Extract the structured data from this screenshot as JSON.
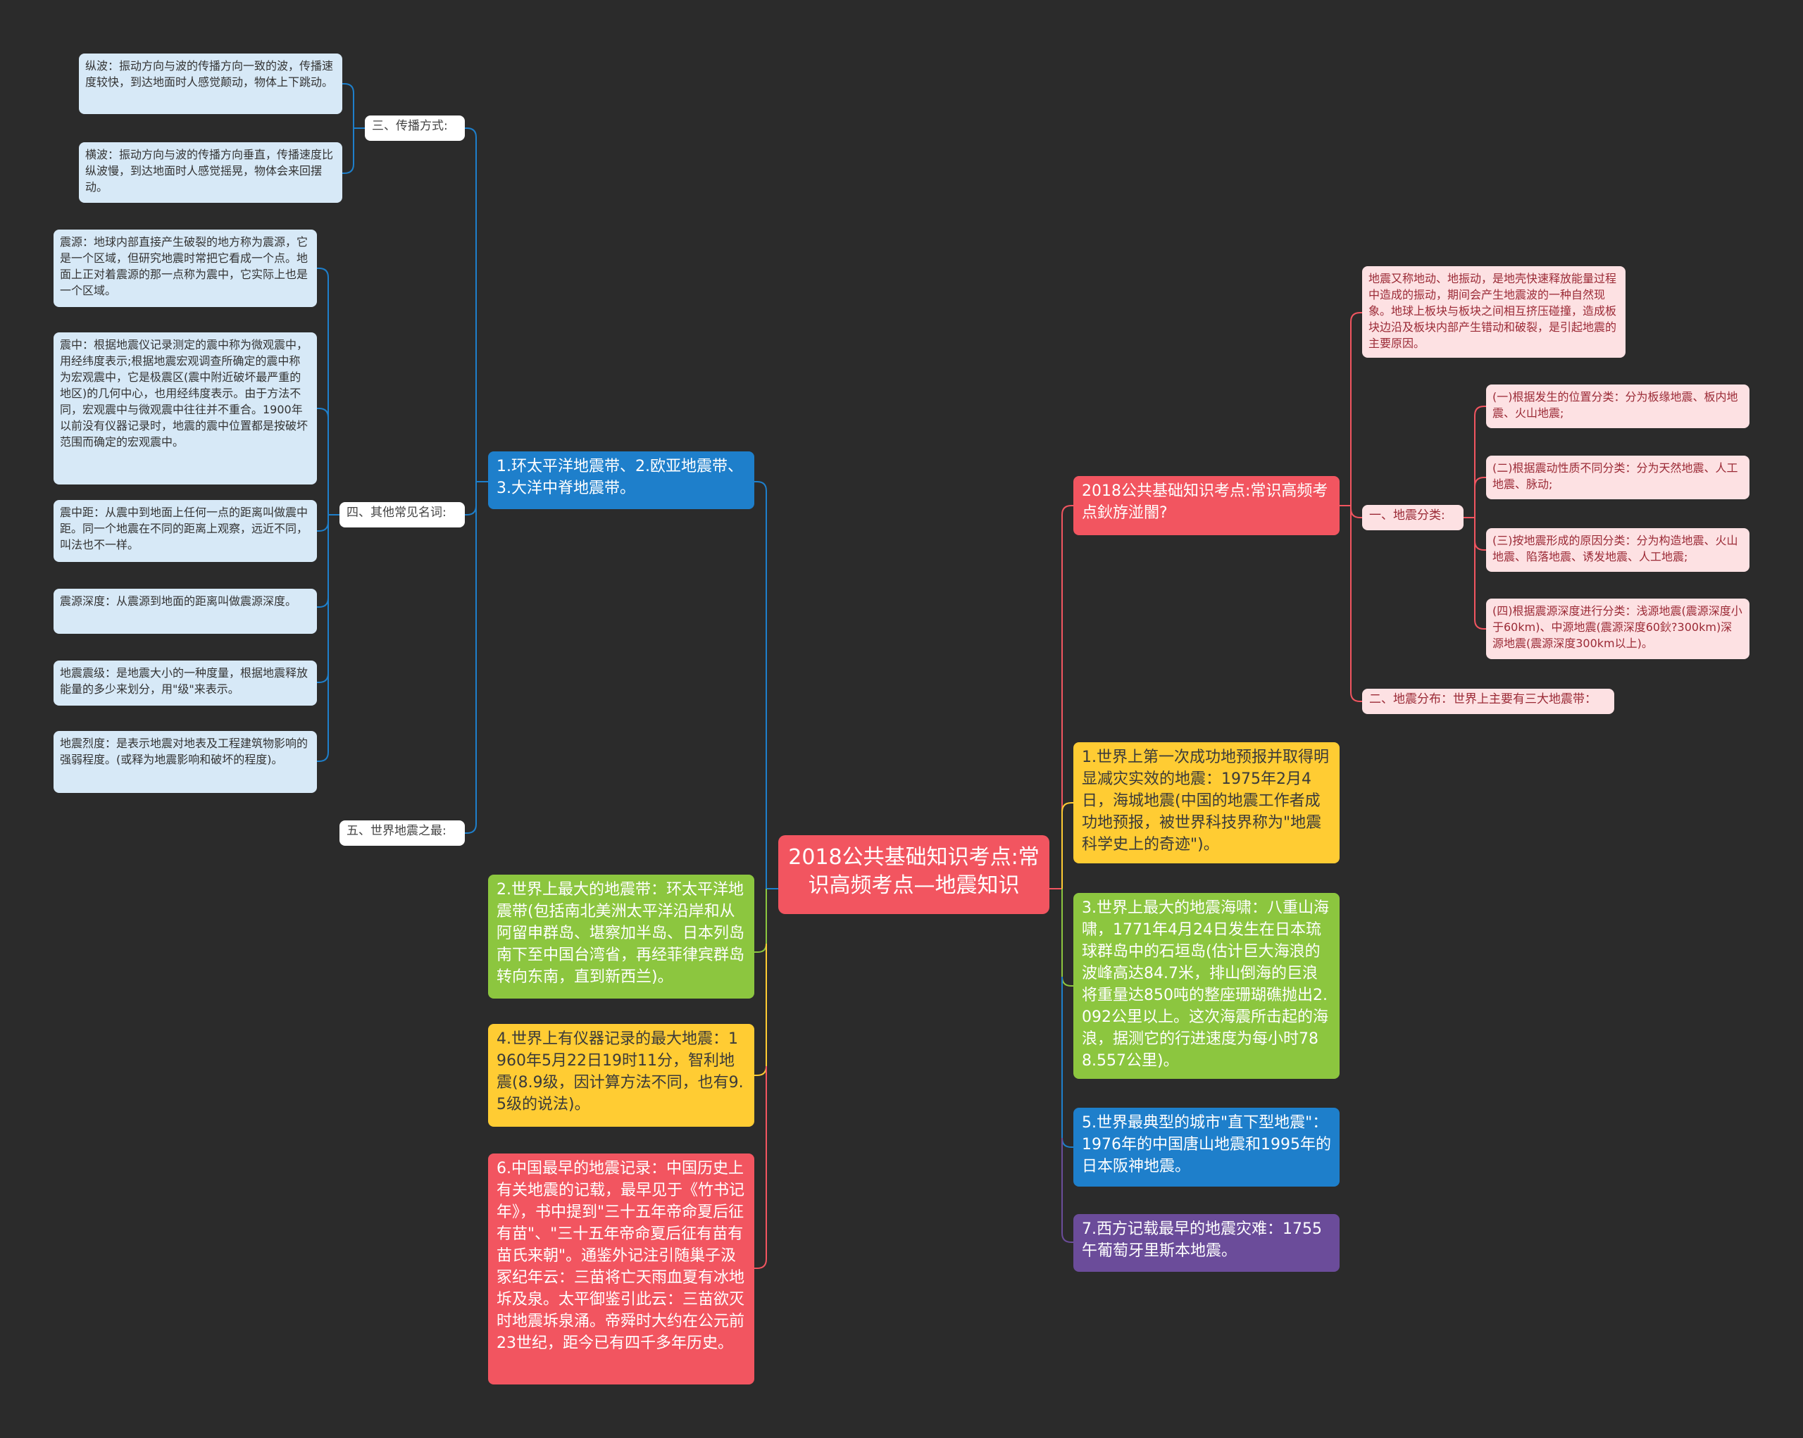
{
  "colors": {
    "background": "#2b2b2b",
    "root": "#f25560",
    "red": "#f25560",
    "blue": "#1e7fcb",
    "green": "#8cc63f",
    "yellow": "#ffcc33",
    "purple": "#6b4c9a",
    "leaf_blue": "#d7e9f7",
    "leaf_pink": "#fde1e3"
  },
  "root": "2018公共基础知识考点:常识高频考点—地震知识",
  "left": {
    "belts": "1.环太平洋地震带、2.欧亚地震带、3.大洋中脊地震带。",
    "propagation": {
      "label": "三、传播方式:",
      "items": [
        "纵波：振动方向与波的传播方向一致的波，传播速度较快，到达地面时人感觉颠动，物体上下跳动。",
        "横波：振动方向与波的传播方向垂直，传播速度比纵波慢，到达地面时人感觉摇晃，物体会来回摆动。"
      ]
    },
    "terms": {
      "label": "四、其他常见名词:",
      "items": [
        "震源：地球内部直接产生破裂的地方称为震源，它是一个区域，但研究地震时常把它看成一个点。地面上正对着震源的那一点称为震中，它实际上也是一个区域。",
        "震中：根据地震仪记录测定的震中称为微观震中，用经纬度表示;根据地震宏观调查所确定的震中称为宏观震中，它是极震区(震中附近破坏最严重的地区)的几何中心，也用经纬度表示。由于方法不同，宏观震中与微观震中往往并不重合。1900年以前没有仪器记录时，地震的震中位置都是按破坏范围而确定的宏观震中。",
        "震中距：从震中到地面上任何一点的距离叫做震中距。同一个地震在不同的距离上观察，远近不同，叫法也不一样。",
        "震源深度：从震源到地面的距离叫做震源深度。",
        "地震震级：是地震大小的一种度量，根据地震释放能量的多少来划分，用\"级\"来表示。",
        "地震烈度：是表示地震对地表及工程建筑物影响的强弱程度。(或释为地震影响和破坏的程度)。"
      ]
    },
    "records_label": "五、世界地震之最:",
    "green": "2.世界上最大的地震带：环太平洋地震带(包括南北美洲太平洋沿岸和从阿留申群岛、堪察加半岛、日本列岛南下至中国台湾省，再经菲律宾群岛转向东南，直到新西兰)。",
    "yellow": "4.世界上有仪器记录的最大地震：1960年5月22日19时11分，智利地震(8.9级，因计算方法不同，也有9.5级的说法)。",
    "red": "6.中国最早的地震记录：中国历史上有关地震的记载，最早见于《竹书记年》，书中提到\"三十五年帝命夏后征有苗\"、\"三十五年帝命夏后征有苗有苗氏来朝\"。通鉴外记注引随巢子汲冢纪年云：三苗将亡天雨血夏有冰地坼及泉。太平御鉴引此云：三苗欲灭时地震坼泉涌。帝舜时大约在公元前23世纪，距今已有四千多年历史。"
  },
  "right": {
    "topic": "2018公共基础知识考点:常识高频考点鈥斿湴闇?",
    "definition": "地震又称地动、地振动，是地壳快速释放能量过程中造成的振动，期间会产生地震波的一种自然现象。地球上板块与板块之间相互挤压碰撞，造成板块边沿及板块内部产生错动和破裂，是引起地震的主要原因。",
    "classification": {
      "label": "一、地震分类:",
      "items": [
        "(一)根据发生的位置分类：分为板缘地震、板内地震、火山地震;",
        "(二)根据震动性质不同分类：分为天然地震、人工地震、脉动;",
        "(三)按地震形成的原因分类：分为构造地震、火山地震、陷落地震、诱发地震、人工地震;",
        "(四)根据震源深度进行分类：浅源地震(震源深度小于60km)、中源地震(震源深度60鈥?300km)深源地震(震源深度300km以上)。"
      ]
    },
    "distribution": "二、地震分布：世界上主要有三大地震带：",
    "yellow": "1.世界上第一次成功地预报并取得明显减灾实效的地震：1975年2月4日，海城地震(中国的地震工作者成功地预报，被世界科技界称为\"地震科学史上的奇迹\")。",
    "green": "3.世界上最大的地震海啸：八重山海啸，1771年4月24日发生在日本琉球群岛中的石垣岛(估计巨大海浪的波峰高达84.7米，排山倒海的巨浪将重量达850吨的整座珊瑚礁抛出2.092公里以上。这次海震所击起的海浪，据测它的行进速度为每小时788.557公里)。",
    "blue": "5.世界最典型的城市\"直下型地震\"：1976年的中国唐山地震和1995年的日本阪神地震。",
    "purple": "7.西方记载最早的地震灾难：1755午葡萄牙里斯本地震。"
  }
}
